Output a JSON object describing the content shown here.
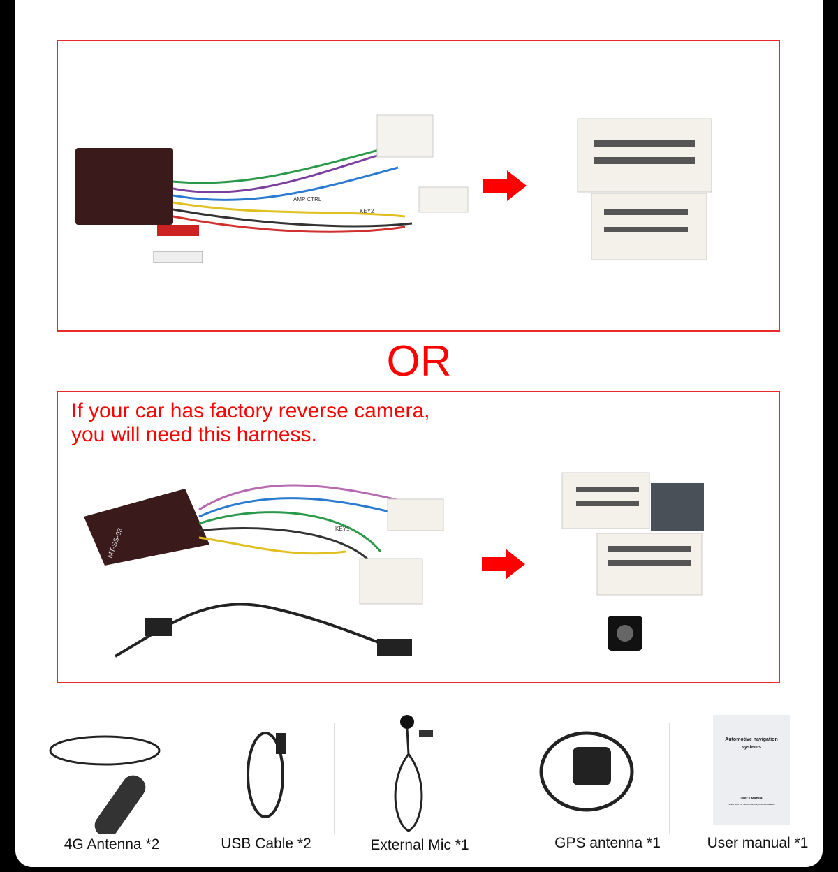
{
  "separator_text": "OR",
  "note": {
    "line1": "If your car has factory reverse camera,",
    "line2": "you will need this harness."
  },
  "accessories": [
    {
      "label": "4G Antenna *2"
    },
    {
      "label": "USB Cable *2"
    },
    {
      "label": "External Mic *1"
    },
    {
      "label": "GPS antenna *1"
    },
    {
      "label": "User manual *1"
    }
  ],
  "manual": {
    "title1": "Automotive navigation",
    "title2": "systems",
    "subtitle": "User's Manual",
    "fine_print": "Please read the manual carefully before installation"
  },
  "harness_labels": {
    "amp": "AMP CTRL",
    "key2": "KEY2",
    "key1": "KEY1",
    "box_label": "MT-SS-03"
  },
  "colors": {
    "accent": "#e8282b"
  }
}
